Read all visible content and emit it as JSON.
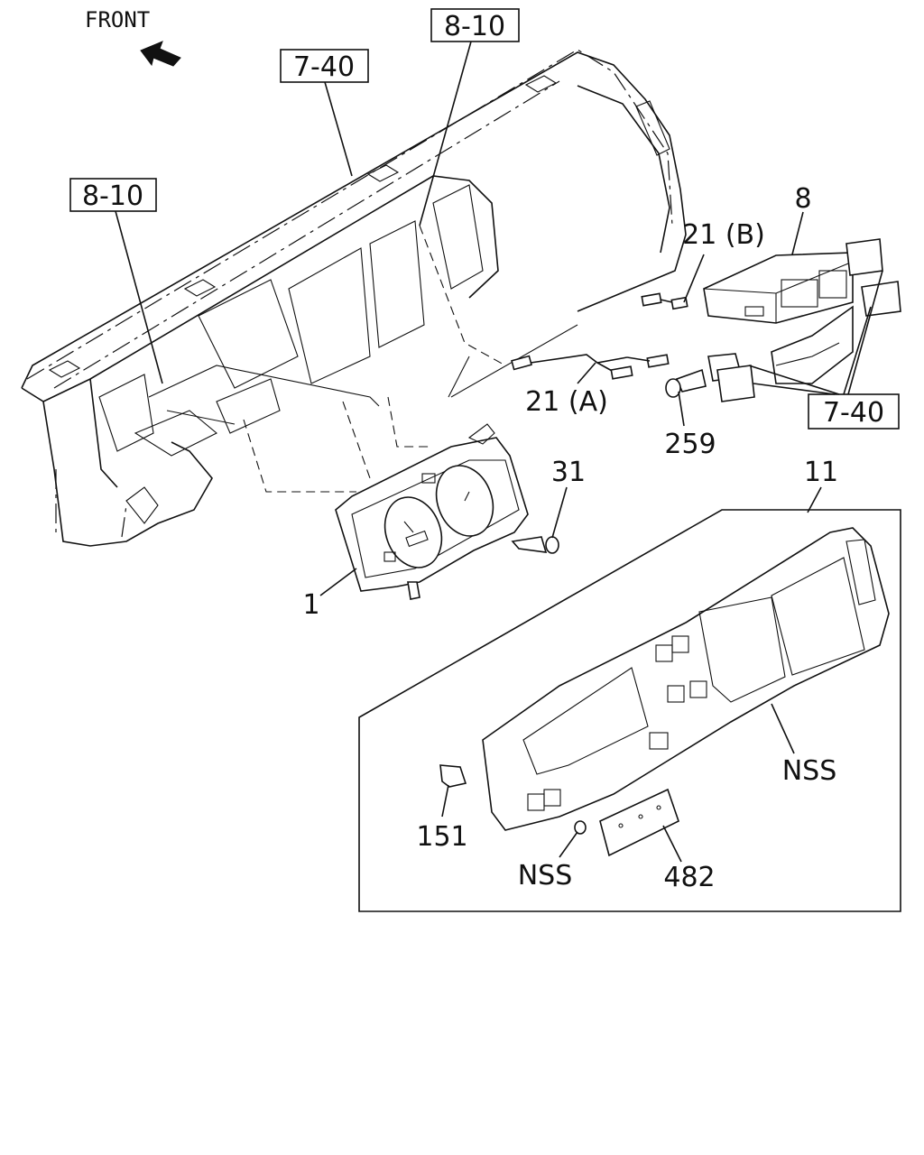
{
  "diagram": {
    "direction_label": "FRONT",
    "refs": {
      "ref_top": "8-10",
      "ref_top_left": "7-40",
      "ref_left": "8-10",
      "ref_right": "7-40"
    },
    "callouts": {
      "cluster": "1",
      "radio": "8",
      "harness_a": "21 (A)",
      "harness_b": "21 (B)",
      "screw_31": "31",
      "screw_259": "259",
      "bezel": "11",
      "clip": "151",
      "bezel_nss": "NSS",
      "nut_nss": "NSS",
      "plate": "482"
    }
  }
}
